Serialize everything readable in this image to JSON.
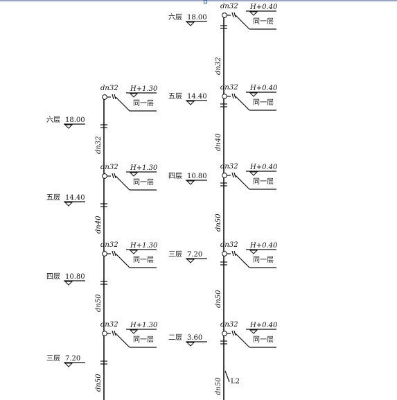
{
  "left_riser": {
    "floors": [
      {
        "level_name": "六层",
        "elevation": "18.00"
      },
      {
        "level_name": "五层",
        "elevation": "14.40"
      },
      {
        "level_name": "四层",
        "elevation": "10.80"
      },
      {
        "level_name": "三层",
        "elevation": "7.20"
      }
    ],
    "branches": [
      {
        "pipe": "dn32",
        "height": "H+1.30",
        "note": "同一层"
      },
      {
        "pipe": "dn32",
        "height": "H+1.30",
        "note": "同一层"
      },
      {
        "pipe": "dn32",
        "height": "H+1.30",
        "note": "同一层"
      },
      {
        "pipe": "dn32",
        "height": "H+1.30",
        "note": "同一层"
      }
    ],
    "segments": [
      {
        "pipe": "dn32"
      },
      {
        "pipe": "dn40"
      },
      {
        "pipe": "dn50"
      },
      {
        "pipe": "dn50"
      }
    ]
  },
  "right_riser": {
    "floors": [
      {
        "level_name": "六层",
        "elevation": "18.00"
      },
      {
        "level_name": "五层",
        "elevation": "14.40"
      },
      {
        "level_name": "四层",
        "elevation": "10.80"
      },
      {
        "level_name": "三层",
        "elevation": "7.20"
      },
      {
        "level_name": "二层",
        "elevation": "3.60"
      }
    ],
    "branches": [
      {
        "pipe": "dn32",
        "height": "H+0.40",
        "note": "同一层"
      },
      {
        "pipe": "dn32",
        "height": "H+0.40",
        "note": "同一层"
      },
      {
        "pipe": "dn32",
        "height": "H+0.40",
        "note": "同一层"
      },
      {
        "pipe": "dn32",
        "height": "H+0.40",
        "note": "同一层"
      },
      {
        "pipe": "dn32",
        "height": "H+0.40",
        "note": "同一层"
      }
    ],
    "segments": [
      {
        "pipe": "dn32"
      },
      {
        "pipe": "dn40"
      },
      {
        "pipe": "dn50"
      },
      {
        "pipe": "dn50"
      },
      {
        "pipe": "dn50"
      }
    ],
    "riser_label": "L2"
  }
}
